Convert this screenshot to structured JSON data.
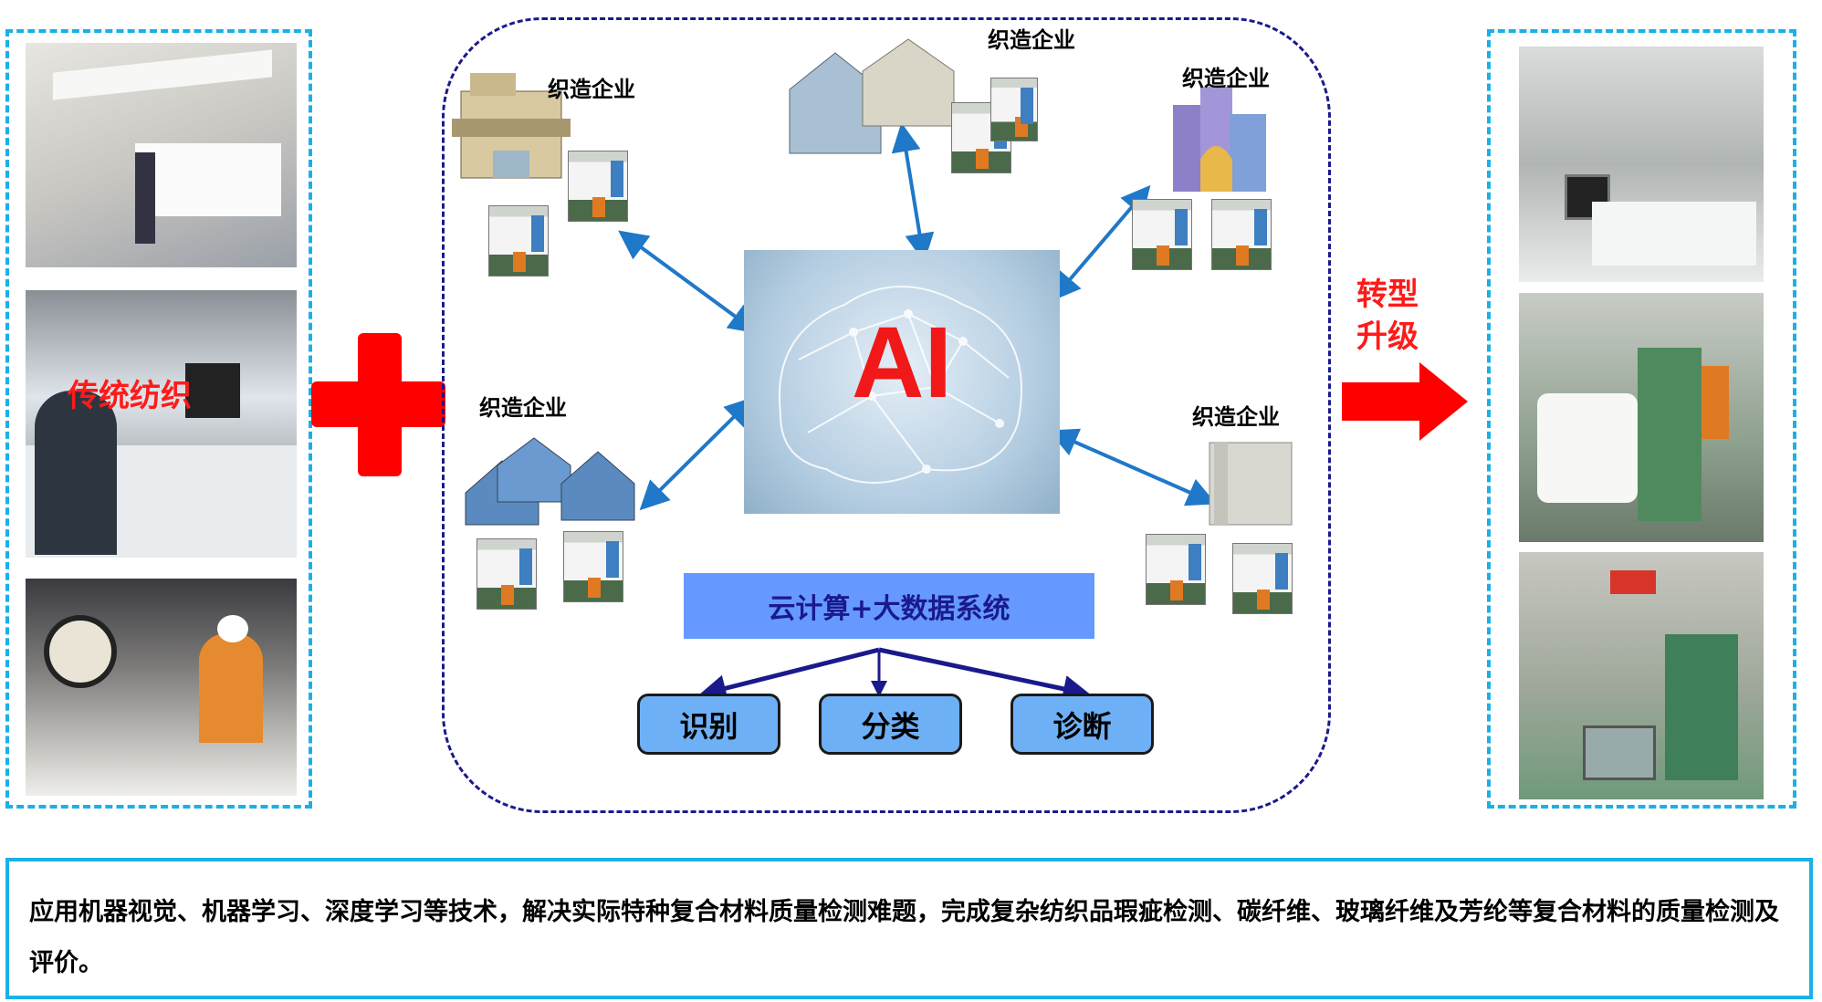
{
  "left_panel": {
    "overlay_text": "传统纺织"
  },
  "enterprises": [
    {
      "label": "织造企业"
    },
    {
      "label": "织造企业"
    },
    {
      "label": "织造企业"
    },
    {
      "label": "织造企业"
    },
    {
      "label": "织造企业"
    }
  ],
  "center": {
    "ai_label": "AI",
    "system_label": "云计算+大数据系统",
    "outputs": [
      {
        "label": "识别"
      },
      {
        "label": "分类"
      },
      {
        "label": "诊断"
      }
    ]
  },
  "transform": {
    "label_line1": "转型",
    "label_line2": "升级"
  },
  "description": "应用机器视觉、机器学习、深度学习等技术，解决实际特种复合材料质量检测难题，完成复杂纺织品瑕疵检测、碳纤维、玻璃纤维及芳纶等复合材料的质量检测及评价。",
  "colors": {
    "cyan": "#1ab0e8",
    "navy": "#1a1a8c",
    "red": "#ff0000",
    "arrow_blue": "#1f78c8",
    "box_blue": "#6699ff"
  }
}
